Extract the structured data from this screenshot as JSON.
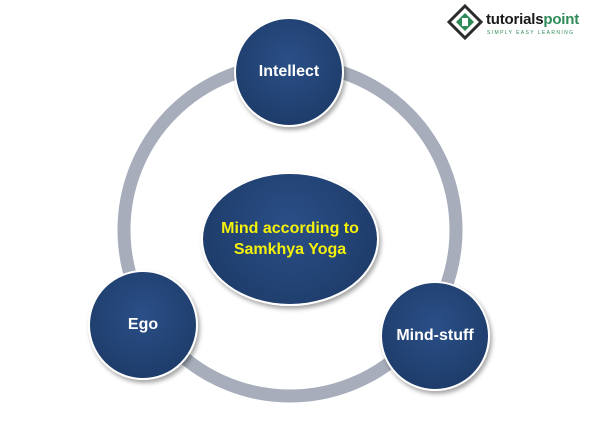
{
  "logo": {
    "brand_prefix": "tutorials",
    "brand_suffix": "point",
    "tagline": "SIMPLY EASY LEARNING"
  },
  "diagram": {
    "center_label": "Mind according to Samkhya Yoga",
    "nodes": [
      {
        "id": "intellect",
        "label": "Intellect"
      },
      {
        "id": "ego",
        "label": "Ego"
      },
      {
        "id": "mind-stuff",
        "label": "Mind-stuff"
      }
    ]
  },
  "colors": {
    "node_fill": "#1f3e6d",
    "node_text": "#ffffff",
    "center_text": "#f5f10a",
    "ring": "#a7adbb",
    "brand_accent": "#2e8b57"
  }
}
